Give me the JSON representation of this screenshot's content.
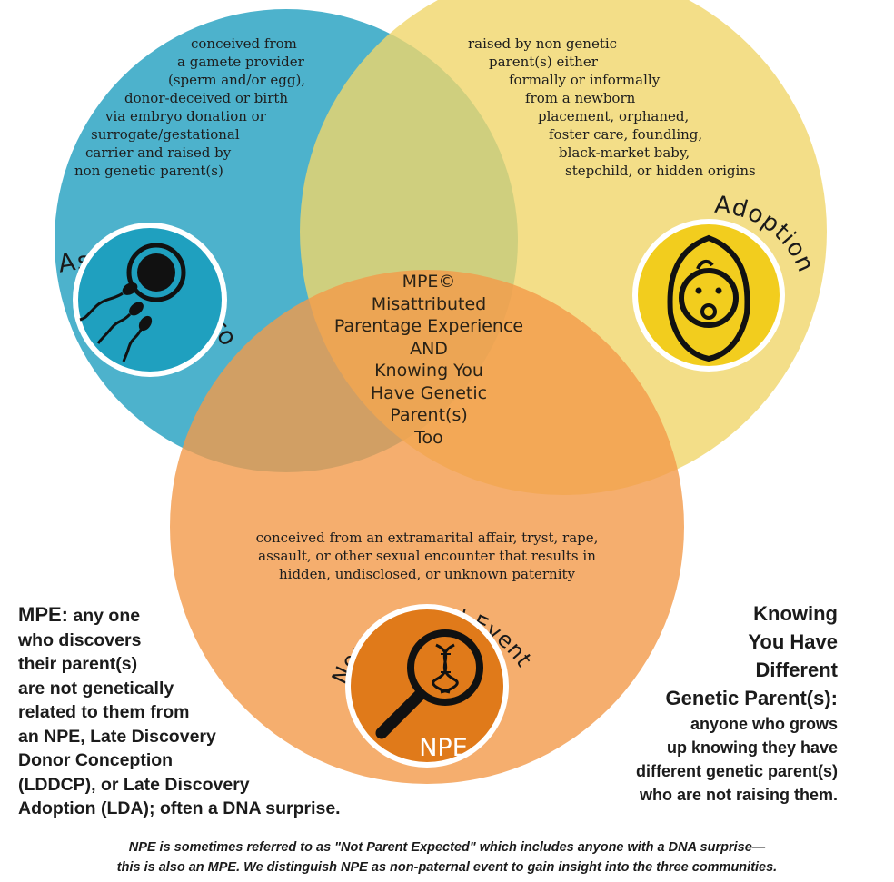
{
  "circles": {
    "assisted_reproduction": {
      "label": "Assisted Reproduction",
      "color": "#3aaac6",
      "description_lines": [
        "conceived from",
        "a gamete provider",
        "(sperm and/or egg),",
        "donor-deceived or birth",
        "via embryo donation or",
        "surrogate/gestational",
        "carrier and raised by",
        "non genetic parent(s)"
      ],
      "icon": "sperm-egg-icon"
    },
    "adoption": {
      "label": "Adoption",
      "color": "#f0d66a",
      "description_lines": [
        "raised by non genetic",
        "parent(s) either",
        "formally or informally",
        "from a newborn",
        "placement, orphaned,",
        "foster care, foundling,",
        "black-market baby,",
        "stepchild, or hidden origins"
      ],
      "icon": "swaddled-baby-icon"
    },
    "npe": {
      "label": "Non-Paternal Event",
      "badge": "NPE",
      "color": "#f29a4a",
      "description_lines": [
        "conceived from an extramarital affair, tryst, rape,",
        "assault, or other sexual encounter that results in",
        "hidden, undisclosed, or unknown paternity"
      ],
      "icon": "dna-magnifier-icon"
    }
  },
  "center": {
    "lines": [
      "MPE©",
      "Misattributed",
      "Parentage Experience",
      "AND",
      "Knowing You",
      "Have Genetic",
      "Parent(s)",
      "Too"
    ]
  },
  "left_definition": {
    "term": "MPE:",
    "lines": [
      " any one",
      "who discovers",
      "their parent(s)",
      "are not genetically",
      "related to them from",
      "an NPE, Late Discovery",
      "Donor Conception",
      "(LDDCP), or Late Discovery",
      "Adoption (LDA); often a DNA surprise."
    ]
  },
  "right_definition": {
    "heading_lines": [
      "Knowing",
      "You Have",
      "Different",
      "Genetic Parent(s):"
    ],
    "body_lines": [
      "anyone who grows",
      "up knowing they have",
      "different genetic parent(s)",
      "who are not raising them."
    ]
  },
  "footnote": {
    "line1": "NPE is sometimes referred to as \"Not Parent Expected\" which includes anyone with a DNA surprise—",
    "line2": "this is also an MPE. We distinguish NPE as non-paternal event to gain insight into the three communities."
  }
}
